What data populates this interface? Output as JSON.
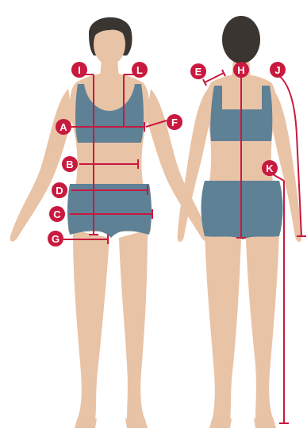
{
  "colors": {
    "skin": "#e9c3a6",
    "skin_shade": "#d6a98a",
    "hair": "#3a3531",
    "garment": "#5f8195",
    "garment_shade": "#4e6f82",
    "marker": "#c8193f",
    "background": "#ffffff"
  },
  "markers": {
    "A": "A",
    "B": "B",
    "C": "C",
    "D": "D",
    "E": "E",
    "F": "F",
    "G": "G",
    "H": "H",
    "I": "I",
    "J": "J",
    "K": "K",
    "L": "L"
  }
}
